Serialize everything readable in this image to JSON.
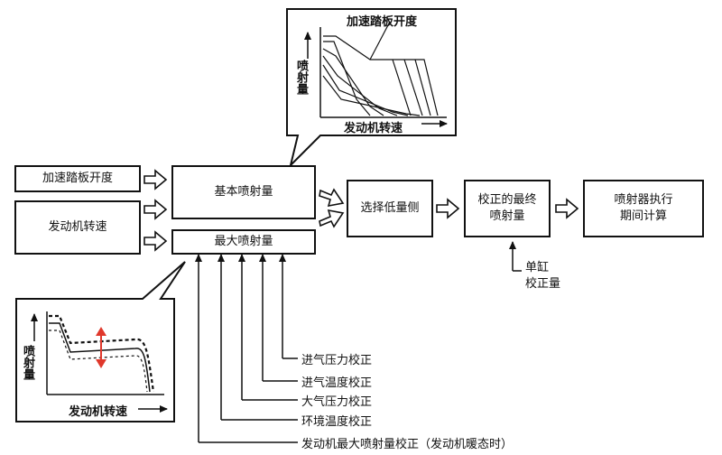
{
  "inputs": {
    "accelerator": "加速踏板开度",
    "engine_speed": "发动机转速"
  },
  "blocks": {
    "basic_injection": "基本喷射量",
    "max_injection": "最大喷射量",
    "select_lower": "选择低量侧",
    "final_corrected": [
      "校正的最终",
      "喷射量"
    ],
    "injector_timing": [
      "喷射器执行",
      "期间计算"
    ]
  },
  "single_cylinder": [
    "单缸",
    "校正量"
  ],
  "corrections": [
    "进气压力校正",
    "进气温度校正",
    "大气压力校正",
    "环境温度校正",
    "发动机最大喷射量校正（发动机暖态时）"
  ],
  "top_inset": {
    "curve_label": "加速踏板开度",
    "y_label": "喷射量",
    "x_label": "发动机转速"
  },
  "bottom_inset": {
    "y_label": "喷射量",
    "x_label": "发动机转速"
  },
  "colors": {
    "line": "#111111",
    "accent": "#e0382b"
  }
}
